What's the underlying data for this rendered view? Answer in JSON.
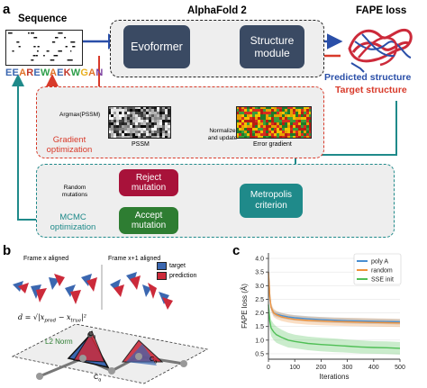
{
  "panel_a": {
    "panel_letter": "a",
    "sequence_title": "Sequence",
    "sequence_text": "EEAREWAEKWGAN",
    "sequence_colors": [
      "#3b67b0",
      "#3b67b0",
      "#e0732a",
      "#c0392b",
      "#3b67b0",
      "#2e9e4a",
      "#e0732a",
      "#3b67b0",
      "#c0392b",
      "#2e9e4a",
      "#e8b020",
      "#e0732a",
      "#7b3fa0"
    ],
    "alphafold_title": "AlphaFold 2",
    "evoformer_label": "Evoformer",
    "structure_module_label": "Structure module",
    "fape_title": "FAPE loss",
    "predicted_structure_label": "Predicted structure",
    "target_structure_label": "Target structure",
    "argmax_label": "Argmax(PSSM)",
    "pssm_label": "PSSM",
    "normalize_label": "Normalize and update",
    "error_gradient_label": "Error gradient",
    "gradient_optimization_label": "Gradient optimization",
    "random_mutations_label": "Random mutations",
    "reject_mutation_label": "Reject mutation",
    "accept_mutation_label": "Accept mutation",
    "metropolis_label": "Metropolis criterion",
    "mcmc_label": "MCMC optimization"
  },
  "panel_b": {
    "panel_letter": "b",
    "frame_x_label": "Frame x aligned",
    "frame_x1_label": "Frame x+1 aligned",
    "legend": [
      {
        "label": "target",
        "color": "#3b67b0"
      },
      {
        "label": "prediction",
        "color": "#cc2a3a"
      }
    ],
    "formula_d": "d = √|x",
    "formula_pred": "pred",
    "formula_minus": " − x",
    "formula_true": "true",
    "formula_sq": "|²",
    "l2_norm_label": "L2 Norm",
    "atom_labels": [
      "C",
      "C",
      "C"
    ],
    "atom_subscripts": [
      "α",
      "α",
      "α"
    ]
  },
  "panel_c": {
    "panel_letter": "c",
    "colors": {
      "poly_a": "#4a8fd1",
      "random": "#f0923a",
      "sse_init": "#4fbf55"
    }
  },
  "chart_data": {
    "type": "line",
    "title": "",
    "xlabel": "Iterations",
    "ylabel": "FAPE loss (Å)",
    "xlim": [
      0,
      500
    ],
    "ylim": [
      0.3,
      4.2
    ],
    "xticks": [
      "0",
      "100",
      "200",
      "300",
      "400",
      "500"
    ],
    "yticks": [
      "0.5",
      "1.0",
      "1.5",
      "2.0",
      "2.5",
      "3.0",
      "3.5",
      "4.0"
    ],
    "legend_position": "top-right",
    "x": [
      0,
      5,
      10,
      20,
      30,
      50,
      75,
      100,
      150,
      200,
      250,
      300,
      350,
      400,
      450,
      500
    ],
    "series": [
      {
        "name": "poly A",
        "color": "#4a8fd1",
        "values": [
          3.5,
          2.6,
          2.2,
          2.0,
          1.95,
          1.9,
          1.85,
          1.82,
          1.78,
          1.75,
          1.73,
          1.71,
          1.7,
          1.69,
          1.68,
          1.67
        ],
        "band": [
          0.12,
          0.12,
          0.1,
          0.1,
          0.1,
          0.1,
          0.1,
          0.1,
          0.1,
          0.1,
          0.1,
          0.1,
          0.1,
          0.1,
          0.1,
          0.1
        ]
      },
      {
        "name": "random",
        "color": "#f0923a",
        "values": [
          3.5,
          2.6,
          2.2,
          2.0,
          1.93,
          1.85,
          1.8,
          1.76,
          1.72,
          1.7,
          1.68,
          1.67,
          1.66,
          1.65,
          1.64,
          1.63
        ],
        "band": [
          0.12,
          0.15,
          0.15,
          0.15,
          0.15,
          0.15,
          0.15,
          0.15,
          0.15,
          0.15,
          0.15,
          0.15,
          0.15,
          0.15,
          0.15,
          0.15
        ]
      },
      {
        "name": "SSE init",
        "color": "#4fbf55",
        "values": [
          2.3,
          1.7,
          1.45,
          1.3,
          1.2,
          1.1,
          1.0,
          0.95,
          0.88,
          0.84,
          0.81,
          0.78,
          0.75,
          0.73,
          0.72,
          0.7
        ],
        "band": [
          0.3,
          0.3,
          0.3,
          0.3,
          0.3,
          0.28,
          0.27,
          0.25,
          0.25,
          0.25,
          0.25,
          0.24,
          0.24,
          0.23,
          0.23,
          0.23
        ]
      }
    ]
  }
}
